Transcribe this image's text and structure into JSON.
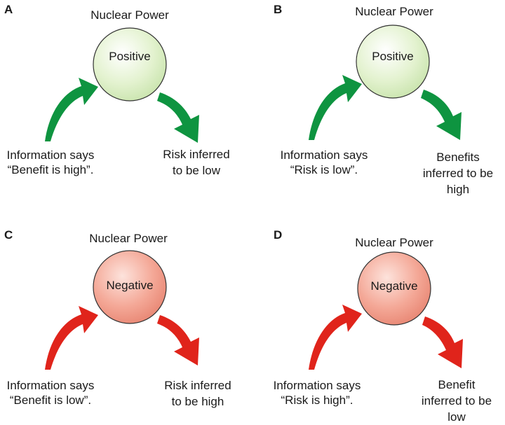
{
  "colors": {
    "positive_fill": "#e3f2cf",
    "positive_arrow": "#0e9440",
    "negative_fill": "#f4a897",
    "negative_arrow": "#e0241b",
    "outline": "#333333"
  },
  "panels": [
    {
      "letter": "A",
      "title": "Nuclear Power",
      "node": "Positive",
      "info_line1": "Information says",
      "info_line2": "“Benefit is high”.",
      "inferred_line1": "Risk inferred",
      "inferred_line2": "to be low",
      "inferred_line3": ""
    },
    {
      "letter": "B",
      "title": "Nuclear Power",
      "node": "Positive",
      "info_line1": "Information says",
      "info_line2": "“Risk is low”.",
      "inferred_line1": "Benefits",
      "inferred_line2": "inferred to be",
      "inferred_line3": "high"
    },
    {
      "letter": "C",
      "title": "Nuclear Power",
      "node": "Negative",
      "info_line1": "Information says",
      "info_line2": "“Benefit is low”.",
      "inferred_line1": "Risk inferred",
      "inferred_line2": "to be high",
      "inferred_line3": ""
    },
    {
      "letter": "D",
      "title": "Nuclear Power",
      "node": "Negative",
      "info_line1": "Information says",
      "info_line2": "“Risk is high”.",
      "inferred_line1": "Benefit",
      "inferred_line2": "inferred to be",
      "inferred_line3": "low"
    }
  ]
}
